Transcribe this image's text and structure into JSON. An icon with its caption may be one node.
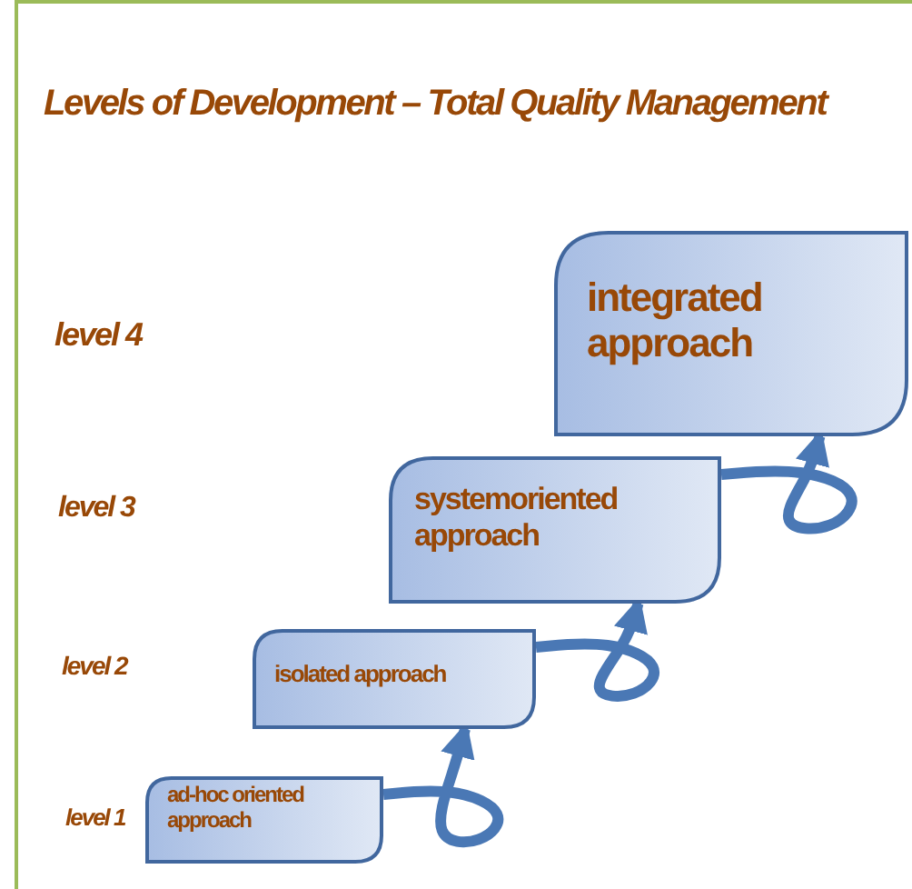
{
  "diagram": {
    "title": "Levels of Development – Total Quality Management",
    "nodes": [
      {
        "text": [
          "ad-hoc oriented approach"
        ]
      },
      {
        "text": [
          "isolated approach"
        ]
      },
      {
        "text": [
          "systemoriented approach"
        ]
      },
      {
        "text": [
          "integrated approach"
        ]
      }
    ],
    "edges": [
      {
        "from": 0,
        "to": 1,
        "arrow": "to"
      },
      {
        "from": 1,
        "to": 2,
        "arrow": "to"
      },
      {
        "from": 2,
        "to": 3,
        "arrow": "to"
      }
    ],
    "labels": [
      "level 4",
      "level 3",
      "level 2",
      "level 1"
    ]
  }
}
